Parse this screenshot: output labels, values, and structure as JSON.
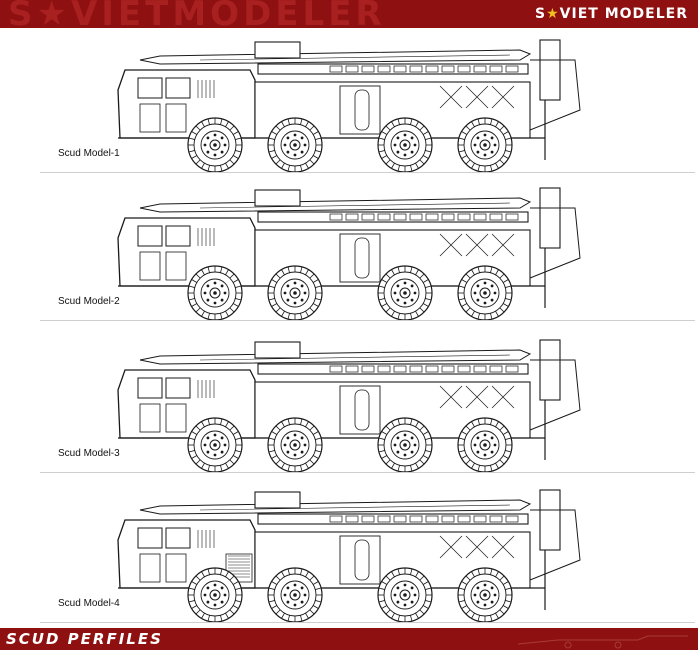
{
  "header": {
    "watermark": "S★VIETMODELER",
    "brand_prefix": "S",
    "brand_star": "★",
    "brand_suffix": "VIET MODELER"
  },
  "footer": {
    "title": "SCUD PERFILES"
  },
  "profiles": [
    {
      "label": "Scud Model-1"
    },
    {
      "label": "Scud Model-2"
    },
    {
      "label": "Scud Model-3"
    },
    {
      "label": "Scud Model-4"
    }
  ],
  "colors": {
    "bar": "#8e1010",
    "star": "#f0c020",
    "line": "#1a1a1a"
  }
}
